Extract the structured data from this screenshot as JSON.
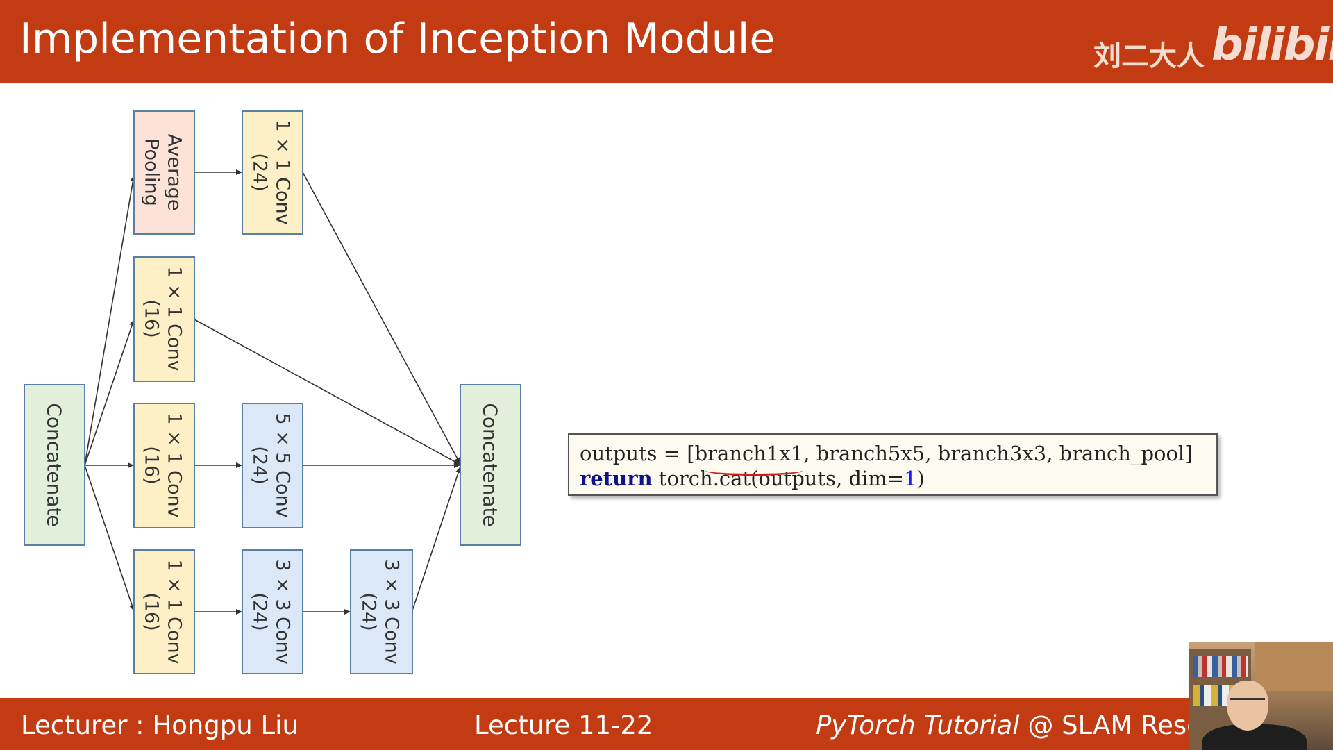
{
  "header": {
    "title": "Implementation of Inception Module",
    "brand_cn": "刘二大人",
    "brand_logo": "bilibili"
  },
  "diagram": {
    "input_node": "Concatenate",
    "output_node": "Concatenate",
    "branches": [
      {
        "id": "branch_pool",
        "nodes": [
          {
            "line1": "Average",
            "line2": "Pooling",
            "color": "#fde3d7"
          },
          {
            "line1": "1 × 1 Conv",
            "line2": "(24)",
            "color": "#fdf0c6"
          }
        ]
      },
      {
        "id": "branch1x1",
        "nodes": [
          {
            "line1": "1 × 1 Conv",
            "line2": "(16)",
            "color": "#fdf0c6"
          }
        ]
      },
      {
        "id": "branch5x5",
        "nodes": [
          {
            "line1": "1 × 1 Conv",
            "line2": "(16)",
            "color": "#fdf0c6"
          },
          {
            "line1": "5 × 5 Conv",
            "line2": "(24)",
            "color": "#dbe8f7"
          }
        ]
      },
      {
        "id": "branch3x3",
        "nodes": [
          {
            "line1": "1 × 1 Conv",
            "line2": "(16)",
            "color": "#fdf0c6"
          },
          {
            "line1": "3 × 3 Conv",
            "line2": "(24)",
            "color": "#dbe8f7"
          },
          {
            "line1": "3 × 3 Conv",
            "line2": "(24)",
            "color": "#dbe8f7"
          }
        ]
      }
    ],
    "colors": {
      "concat": "#e2efda",
      "conv1x1": "#fdf0c6",
      "conv_large": "#dbe8f7",
      "pool": "#fde3d7",
      "border": "#5a7fa6"
    }
  },
  "code": {
    "line1": "outputs = [branch1x1, branch5x5, branch3x3, branch_pool]",
    "line2_kw": "return",
    "line2_mid": " torch.cat(outputs, dim=",
    "line2_num": "1",
    "line2_end": ")"
  },
  "footer": {
    "lecturer": "Lecturer : Hongpu Liu",
    "lecture": "Lecture 11-22",
    "course_italic": "PyTorch Tutorial",
    "course_rest": " @ SLAM Resea"
  }
}
